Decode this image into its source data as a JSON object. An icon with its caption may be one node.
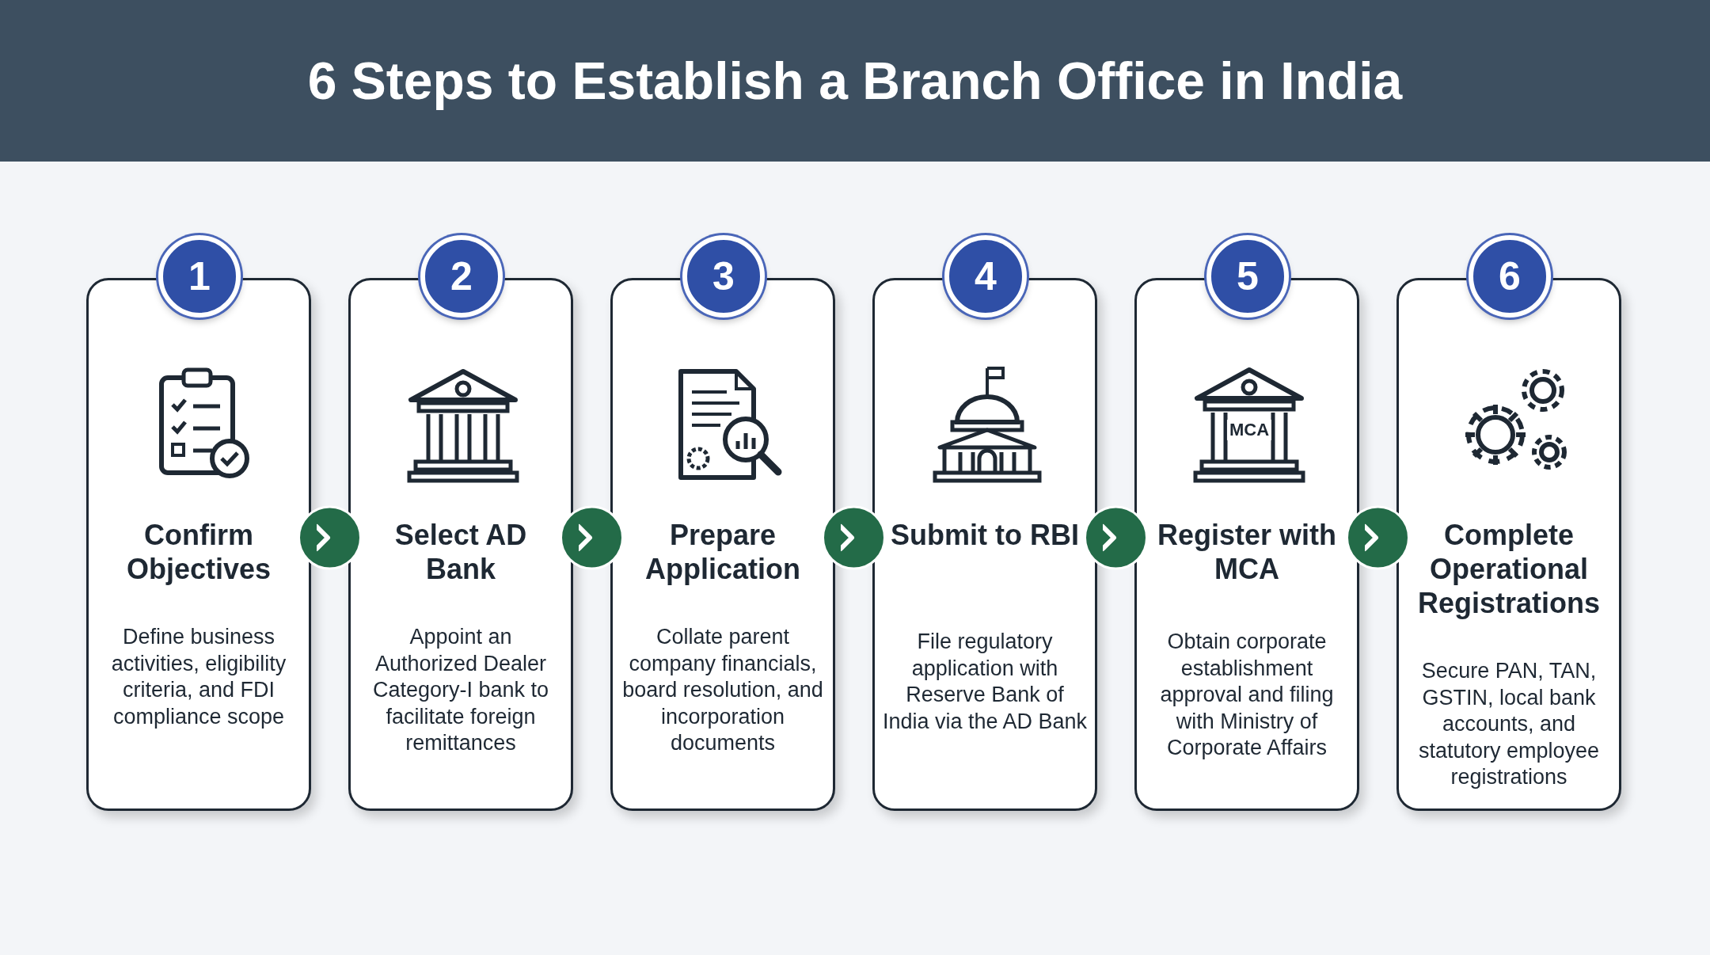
{
  "diagram": {
    "title": "6 Steps to Establish a Branch Office in India",
    "nodes": [
      {
        "text": [
          "1",
          "Confirm Objectives",
          "Define business activities, eligibility criteria, and FDI compliance scope"
        ]
      },
      {
        "text": [
          "2",
          "Select AD Bank",
          "Appoint an Authorized Dealer Category-I bank to facilitate foreign remittances"
        ]
      },
      {
        "text": [
          "3",
          "Prepare Application",
          "Collate parent company financials, board resolution, and incorporation documents"
        ]
      },
      {
        "text": [
          "4",
          "Submit to RBI",
          "File regulatory application with Reserve Bank of India via the AD Bank"
        ]
      },
      {
        "text": [
          "5",
          "Register with MCA",
          "Obtain corporate establishment approval and filing with Ministry of Corporate Affairs"
        ]
      },
      {
        "text": [
          "6",
          "Complete Operational Registrations",
          "Secure PAN, TAN, GSTIN, local bank accounts, and statutory employee registrations"
        ]
      }
    ],
    "edges": [
      {
        "from": 0,
        "to": 1,
        "arrow": "to"
      },
      {
        "from": 1,
        "to": 2,
        "arrow": "to"
      },
      {
        "from": 2,
        "to": 3,
        "arrow": "to"
      },
      {
        "from": 3,
        "to": 4,
        "arrow": "to"
      },
      {
        "from": 4,
        "to": 5,
        "arrow": "to"
      }
    ],
    "labels": [
      "MCA"
    ]
  }
}
